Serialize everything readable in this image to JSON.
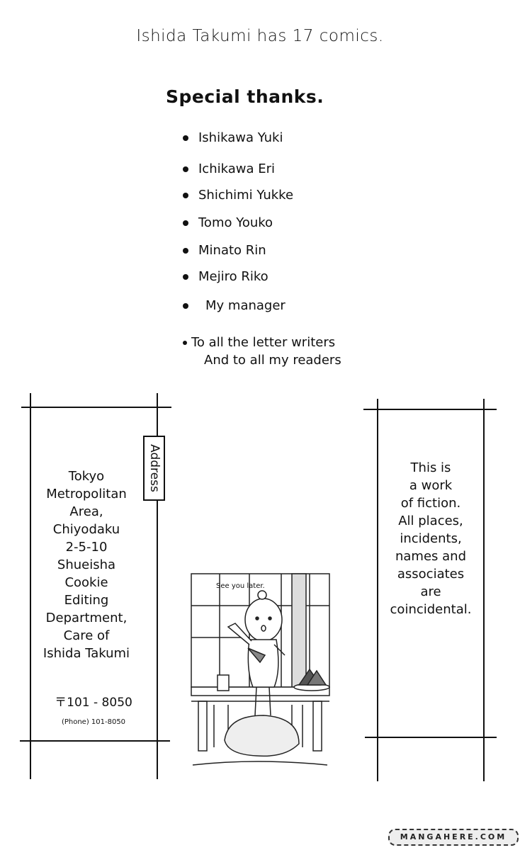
{
  "header": {
    "title": "Ishida Takumi has 17 comics."
  },
  "thanks": {
    "heading": "Special thanks.",
    "items": [
      "Ishikawa Yuki",
      "Ichikawa Eri",
      "Shichimi Yukke",
      "Tomo Youko",
      "Minato Rin",
      "Mejiro Riko",
      "My manager",
      "To all the letter writers",
      "And to all my readers"
    ]
  },
  "address": {
    "tag": "Address",
    "lines": [
      "Tokyo",
      "Metropolitan",
      "Area,",
      "Chiyodaku",
      "2-5-10",
      "Shueisha",
      "Cookie",
      "Editing",
      "Department,",
      "Care of",
      "Ishida Takumi"
    ],
    "postal": "〒101 - 8050",
    "phone": "(Phone) 101-8050"
  },
  "disclaimer": {
    "lines": [
      "This is",
      "a work",
      "of fiction.",
      "All places,",
      "incidents,",
      "names and",
      "associates",
      "are",
      "coincidental."
    ]
  },
  "illustration": {
    "speech": "See you later."
  },
  "watermark": "MANGAHERE.COM"
}
